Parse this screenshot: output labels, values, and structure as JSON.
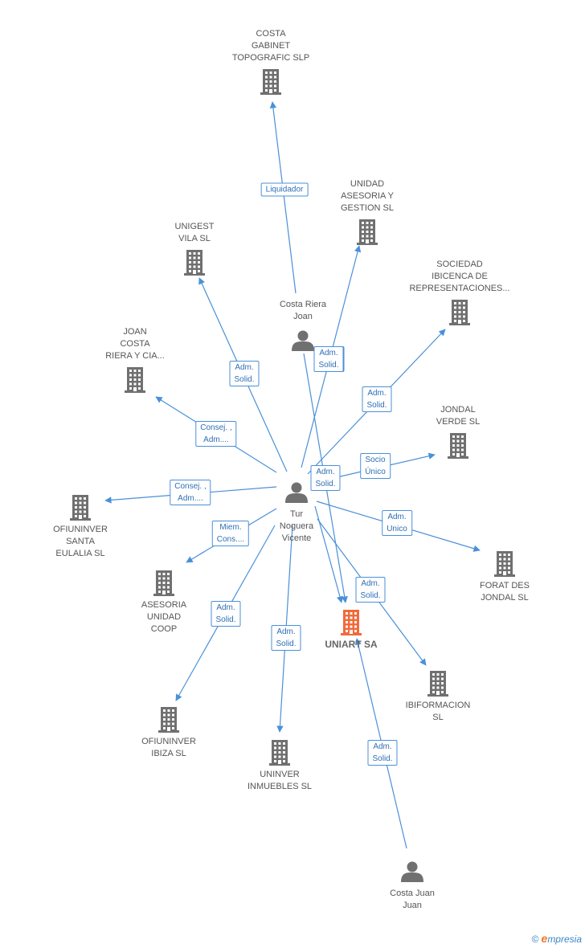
{
  "colors": {
    "edge": "#4a90d9",
    "building": "#707070",
    "building_main": "#f26a3a",
    "person": "#707070"
  },
  "nodes": [
    {
      "id": "costa-gabinet",
      "type": "company",
      "label": "COSTA\nGABINET\nTOPOGRAFIC SLP",
      "icon": "building-icon"
    },
    {
      "id": "unidad-asesoria",
      "type": "company",
      "label": "UNIDAD\nASESORIA Y\nGESTION SL",
      "icon": "building-icon"
    },
    {
      "id": "unigest",
      "type": "company",
      "label": "UNIGEST\nVILA SL",
      "icon": "building-icon"
    },
    {
      "id": "sociedad-ibicenca",
      "type": "company",
      "label": "SOCIEDAD\nIBICENCA DE\nREPRESENTACIONES...",
      "icon": "building-icon"
    },
    {
      "id": "costa-riera-joan",
      "type": "person",
      "label": "Costa Riera\nJoan",
      "icon": "person-icon"
    },
    {
      "id": "joan-costa",
      "type": "company",
      "label": "JOAN\nCOSTA\nRIERA Y CIA...",
      "icon": "building-icon"
    },
    {
      "id": "jondal-verde",
      "type": "company",
      "label": "JONDAL\nVERDE SL",
      "icon": "building-icon"
    },
    {
      "id": "tur-noguera",
      "type": "person",
      "label": "Tur\nNoguera\nVicente",
      "icon": "person-icon"
    },
    {
      "id": "ofiuninver-santa",
      "type": "company",
      "label": "OFIUNINVER\nSANTA\nEULALIA SL",
      "icon": "building-icon"
    },
    {
      "id": "forat-des-jondal",
      "type": "company",
      "label": "FORAT DES\nJONDAL SL",
      "icon": "building-icon"
    },
    {
      "id": "asesoria-unidad",
      "type": "company",
      "label": "ASESORIA\nUNIDAD\nCOOP",
      "icon": "building-icon"
    },
    {
      "id": "uniart",
      "type": "company",
      "label": "UNIART SA",
      "icon": "building-icon",
      "main": true
    },
    {
      "id": "ibiformacion",
      "type": "company",
      "label": "IBIFORMACION\nSL",
      "icon": "building-icon"
    },
    {
      "id": "ofiuninver-ibiza",
      "type": "company",
      "label": "OFIUNINVER\nIBIZA SL",
      "icon": "building-icon"
    },
    {
      "id": "uninver-inmuebles",
      "type": "company",
      "label": "UNINVER\nINMUEBLES SL",
      "icon": "building-icon"
    },
    {
      "id": "costa-juan-juan",
      "type": "person",
      "label": "Costa Juan\nJuan",
      "icon": "person-icon"
    }
  ],
  "edges": [
    {
      "from": "costa-riera-joan",
      "to": "costa-gabinet",
      "label": "Liquidador"
    },
    {
      "from": "costa-riera-joan",
      "to": "uniart",
      "label": "Adm.\nSolid."
    },
    {
      "from": "tur-noguera",
      "to": "unidad-asesoria",
      "label": "Adm.\nSolid."
    },
    {
      "from": "tur-noguera",
      "to": "unigest",
      "label": "Adm.\nSolid."
    },
    {
      "from": "tur-noguera",
      "to": "sociedad-ibicenca",
      "label": "Adm.\nSolid."
    },
    {
      "from": "tur-noguera",
      "to": "joan-costa",
      "label": "Consej. ,\nAdm...."
    },
    {
      "from": "tur-noguera",
      "to": "jondal-verde",
      "label": "Socio\nÚnico"
    },
    {
      "from": "tur-noguera",
      "to": "uniart",
      "label": "Adm.\nSolid."
    },
    {
      "from": "tur-noguera",
      "to": "ofiuninver-santa",
      "label": "Consej. ,\nAdm...."
    },
    {
      "from": "tur-noguera",
      "to": "forat-des-jondal",
      "label": "Adm.\nUnico"
    },
    {
      "from": "tur-noguera",
      "to": "asesoria-unidad",
      "label": "Miem.\nCons...."
    },
    {
      "from": "tur-noguera",
      "to": "ibiformacion",
      "label": "Adm.\nSolid."
    },
    {
      "from": "tur-noguera",
      "to": "ofiuninver-ibiza",
      "label": "Adm.\nSolid."
    },
    {
      "from": "tur-noguera",
      "to": "uninver-inmuebles",
      "label": "Adm.\nSolid."
    },
    {
      "from": "costa-juan-juan",
      "to": "uniart",
      "label": "Adm.\nSolid."
    }
  ],
  "footer": {
    "copyright": "©",
    "brand_initial": "e",
    "brand_rest": "mpresia"
  }
}
